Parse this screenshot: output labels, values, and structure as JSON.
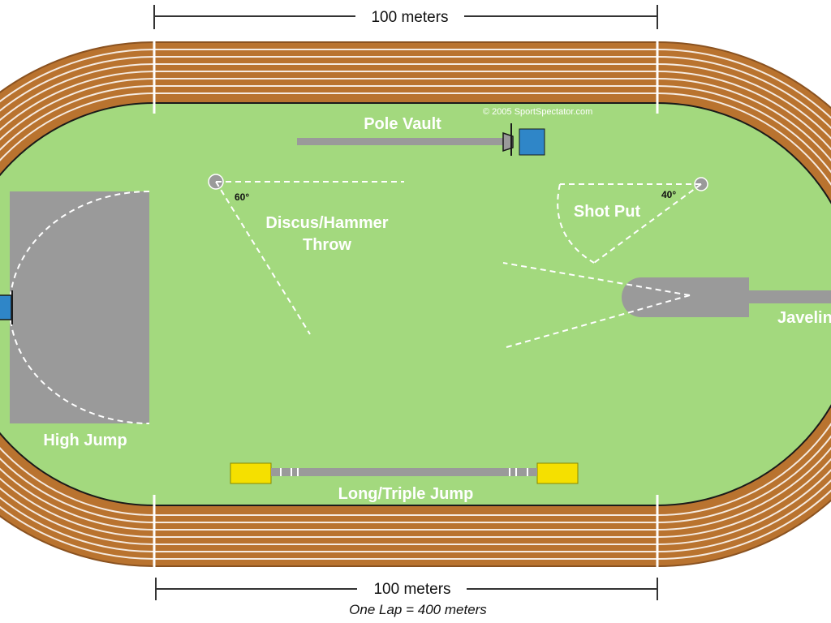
{
  "dimensions": {
    "top": "100 meters",
    "bottom": "100 meters",
    "lap": "One Lap = 400 meters"
  },
  "copyright": "© 2005 SportSpectator.com",
  "events": {
    "pole_vault": "Pole Vault",
    "discus_line1": "Discus/Hammer",
    "discus_line2": "Throw",
    "discus_angle": "60°",
    "shot_put": "Shot Put",
    "shot_put_angle": "40°",
    "javelin": "Javelin",
    "high_jump": "High Jump",
    "long_triple_jump": "Long/Triple Jump"
  },
  "colors": {
    "infield": "#a3d97e",
    "track": "#b9732f",
    "lane_line": "#ffffff",
    "apparatus_gray": "#9a9a9a",
    "pole_vault_pit": "#2f86c8",
    "jump_pit": "#f5e000"
  }
}
